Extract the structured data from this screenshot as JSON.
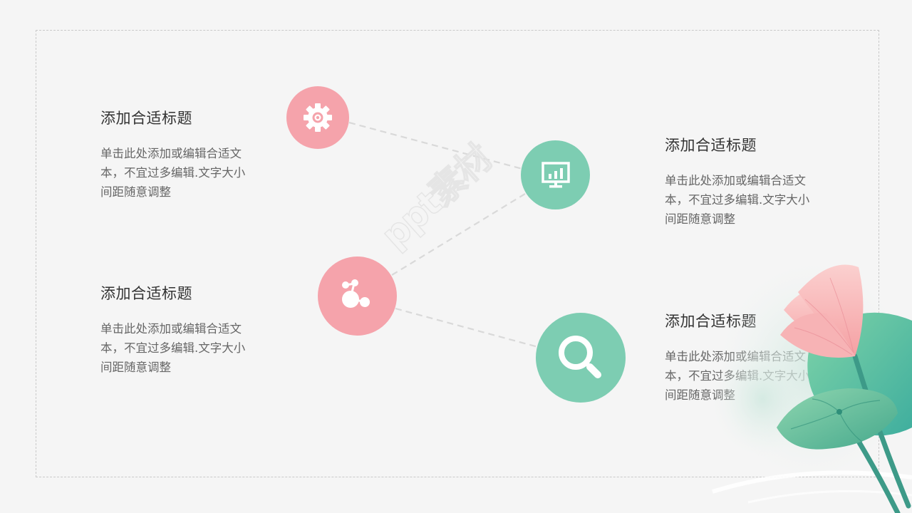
{
  "slide": {
    "background": "#f5f5f5",
    "frame_border_color": "#c9c9c9",
    "colors": {
      "pink": "#F5A3AB",
      "green": "#7DCDB2",
      "connector": "#d9d9d9",
      "title_text": "#333333",
      "body_text": "#666666"
    },
    "watermark": "ppt素材"
  },
  "nodes": [
    {
      "icon": "gear-icon",
      "color": "pink"
    },
    {
      "icon": "monitor-chart-icon",
      "color": "green"
    },
    {
      "icon": "molecule-icon",
      "color": "pink"
    },
    {
      "icon": "magnifier-icon",
      "color": "green"
    }
  ],
  "blocks": [
    {
      "title": "添加合适标题",
      "desc": "单击此处添加或编辑合适文本，不宜过多编辑.文字大小间距随意调整"
    },
    {
      "title": "添加合适标题",
      "desc": "单击此处添加或编辑合适文本，不宜过多编辑.文字大小间距随意调整"
    },
    {
      "title": "添加合适标题",
      "desc": "单击此处添加或编辑合适文本，不宜过多编辑.文字大小间距随意调整"
    },
    {
      "title": "添加合适标题",
      "desc": "单击此处添加或编辑合适文本，不宜过多编辑.文字大小间距随意调整"
    }
  ]
}
